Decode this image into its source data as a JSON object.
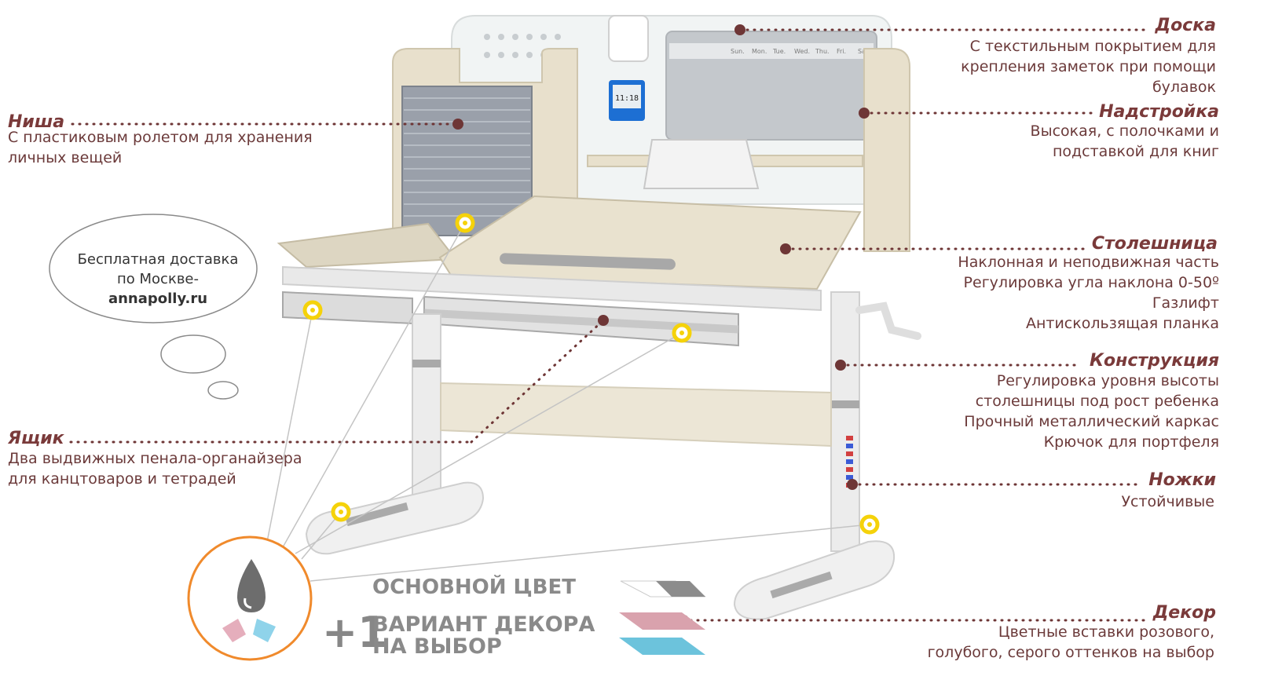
{
  "features": [
    {
      "key": "board",
      "title": "Доска",
      "desc": [
        "С текстильным покрытием для",
        "крепления заметок при помощи",
        "булавок"
      ]
    },
    {
      "key": "superstructure",
      "title": "Надстройка",
      "desc": [
        "Высокая, с полочками и",
        "подставкой для книг"
      ]
    },
    {
      "key": "tabletop",
      "title": "Столешница",
      "desc": [
        "Наклонная и неподвижная часть",
        "Регулировка угла наклона 0-50º",
        "Газлифт",
        "Антискользящая планка"
      ]
    },
    {
      "key": "construction",
      "title": "Конструкция",
      "desc": [
        "Регулировка уровня высоты",
        "столешницы под рост ребенка",
        "Прочный металлический каркас",
        "Крючок для портфеля"
      ]
    },
    {
      "key": "legs",
      "title": "Ножки",
      "desc": [
        "Устойчивые"
      ]
    },
    {
      "key": "decor",
      "title": "Декор",
      "desc": [
        "Цветные вставки розового,",
        "голубого, серого оттенков на выбор"
      ]
    },
    {
      "key": "niche",
      "title": "Ниша",
      "desc": [
        "С пластиковым ролетом для хранения",
        "личных вещей"
      ]
    },
    {
      "key": "drawer",
      "title": "Ящик",
      "desc": [
        "Два выдвижных пенала-органайзера",
        "для канцтоваров и тетрадей"
      ]
    }
  ],
  "bubble": {
    "line1": "Бесплатная доставка",
    "line2": "по Москве-",
    "site": "annapolly.ru"
  },
  "promo": {
    "main_color": "ОСНОВНОЙ ЦВЕТ",
    "plus": "+1",
    "option_line1": "ВАРИАНТ ДЕКОРА",
    "option_line2": "НА ВЫБОР"
  },
  "colors": {
    "accent_title": "#7a3a3a",
    "desc_text": "#6b3a3a",
    "dot": "#6e3636",
    "marker_yellow": "#f5d20a",
    "circle_orange": "#f08a2c",
    "swatch_white_gray": "#8c8c8c",
    "swatch_pink": "#d9a2ad",
    "swatch_blue": "#6cc3dc",
    "desk_wood": "#e8e0cc",
    "desk_frame": "#e9e9e9"
  },
  "clock_display": "11:18",
  "board_days": [
    "Sun.",
    "Mon.",
    "Tue.",
    "Wed.",
    "Thu.",
    "Fri.",
    "Sat."
  ]
}
